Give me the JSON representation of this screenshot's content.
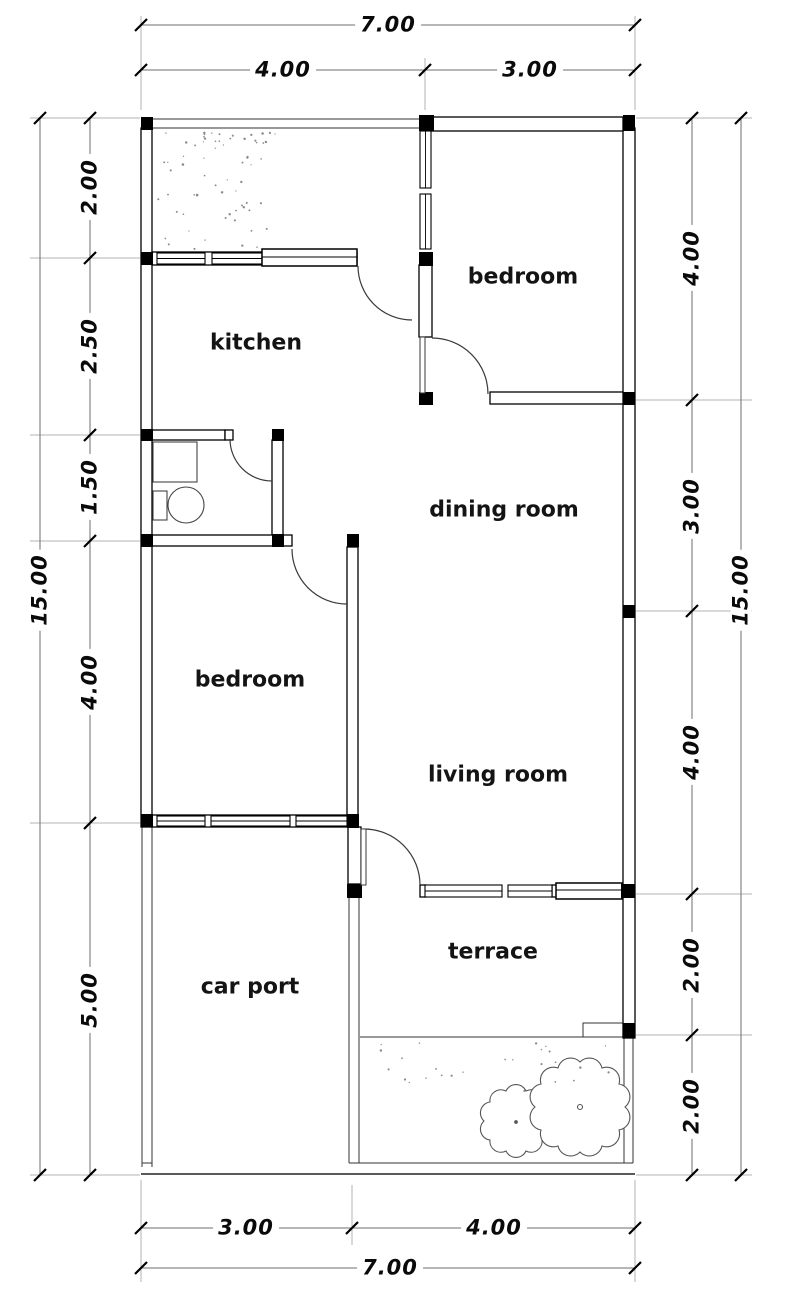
{
  "drawing": {
    "type": "house floor plan",
    "background": "#ffffff",
    "line_color": "#000000",
    "rooms": {
      "kitchen": "kitchen",
      "bedroom_top": "bedroom",
      "dining_room": "dining room",
      "bedroom_left": "bedroom",
      "living_room": "living room",
      "terrace": "terrace",
      "car_port": "car port"
    },
    "dimensions": {
      "top": {
        "overall": "7.00",
        "segments": [
          "4.00",
          "3.00"
        ]
      },
      "bottom": {
        "overall": "7.00",
        "segments": [
          "3.00",
          "4.00"
        ]
      },
      "left": {
        "overall": "15.00",
        "segments": [
          "2.00",
          "2.50",
          "1.50",
          "4.00",
          "5.00"
        ]
      },
      "right": {
        "overall": "15.00",
        "segments": [
          "4.00",
          "3.00",
          "4.00",
          "2.00",
          "2.00"
        ]
      }
    }
  }
}
